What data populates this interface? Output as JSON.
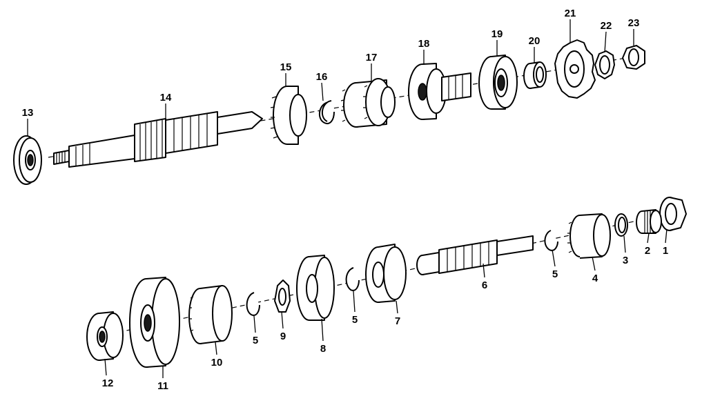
{
  "callouts": [
    {
      "id": "1",
      "label": "1"
    },
    {
      "id": "2",
      "label": "2"
    },
    {
      "id": "3",
      "label": "3"
    },
    {
      "id": "4",
      "label": "4"
    },
    {
      "id": "5a",
      "label": "5"
    },
    {
      "id": "6",
      "label": "6"
    },
    {
      "id": "7",
      "label": "7"
    },
    {
      "id": "5b",
      "label": "5"
    },
    {
      "id": "8",
      "label": "8"
    },
    {
      "id": "9",
      "label": "9"
    },
    {
      "id": "5c",
      "label": "5"
    },
    {
      "id": "10",
      "label": "10"
    },
    {
      "id": "11",
      "label": "11"
    },
    {
      "id": "12",
      "label": "12"
    },
    {
      "id": "13",
      "label": "13"
    },
    {
      "id": "14",
      "label": "14"
    },
    {
      "id": "15",
      "label": "15"
    },
    {
      "id": "16",
      "label": "16"
    },
    {
      "id": "17",
      "label": "17"
    },
    {
      "id": "18",
      "label": "18"
    },
    {
      "id": "19",
      "label": "19"
    },
    {
      "id": "20",
      "label": "20"
    },
    {
      "id": "21",
      "label": "21"
    },
    {
      "id": "22",
      "label": "22"
    },
    {
      "id": "23",
      "label": "23"
    }
  ]
}
